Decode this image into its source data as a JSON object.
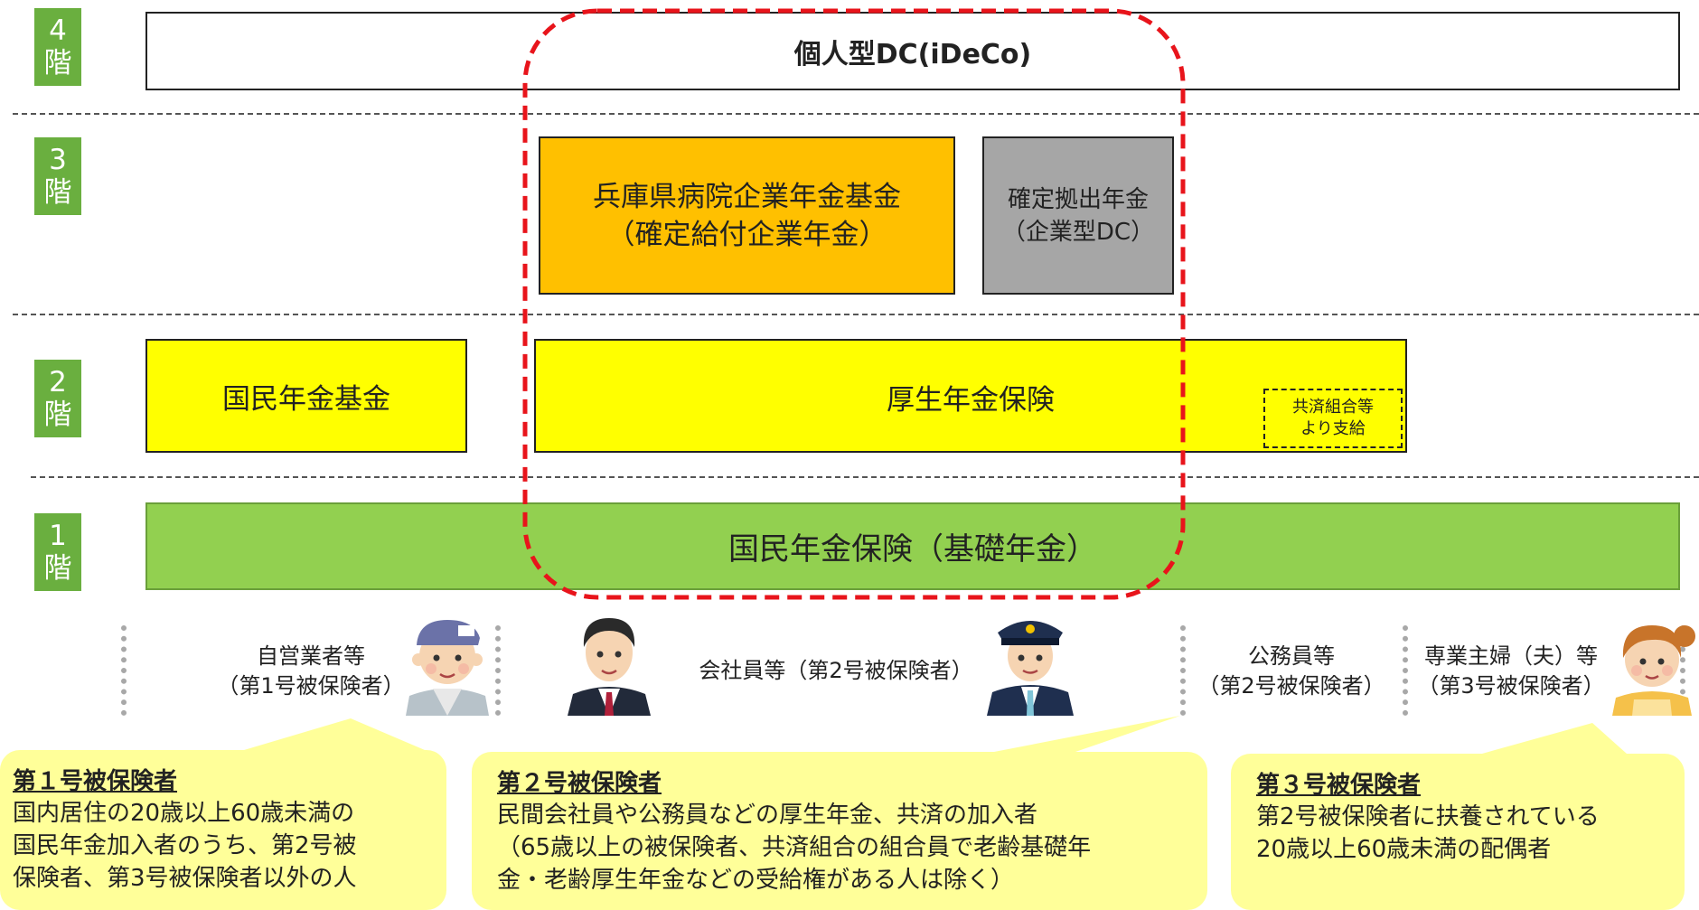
{
  "floors": [
    {
      "num": "4",
      "kai": "階"
    },
    {
      "num": "3",
      "kai": "階"
    },
    {
      "num": "2",
      "kai": "階"
    },
    {
      "num": "1",
      "kai": "階"
    }
  ],
  "boxes": {
    "ideco": "個人型DC(iDeCo)",
    "hyogo_fund": "兵庫県病院企業年金基金\n（確定給付企業年金）",
    "corporate_dc": "確定拠出年金\n（企業型DC）",
    "national_pension_fund": "国民年金基金",
    "employee_pension": "厚生年金保険",
    "mutual_aid_note": "共済組合等\nより支給",
    "basic_pension": "国民年金保険（基礎年金）"
  },
  "people": {
    "self_employed": "自営業者等\n（第1号被保険者）",
    "employee": "会社員等（第2号被保険者）",
    "civil_servant": "公務員等\n（第2号被保険者）",
    "homemaker": "専業主婦（夫）等\n（第3号被保険者）"
  },
  "bubbles": [
    {
      "title": "第１号被保険者",
      "body": "国内居住の20歳以上60歳未満の\n国民年金加入者のうち、第2号被\n保険者、第3号被保険者以外の人"
    },
    {
      "title": "第２号被保険者",
      "body": "民間会社員や公務員などの厚生年金、共済の加入者\n（65歳以上の被保険者、共済組合の組合員で老齢基礎年\n金・老齢厚生年金などの受給権がある人は除く）"
    },
    {
      "title": "第３号被保険者",
      "body": "第2号被保険者に扶養されている\n20歳以上60歳未満の配偶者"
    }
  ],
  "colors": {
    "floor_badge": "#6aaf3f",
    "orange": "#ffc000",
    "gray": "#a6a6a6",
    "yellow": "#ffff00",
    "green": "#92d050",
    "bubble": "#ffff99",
    "highlight_dashed": "#e8141b"
  }
}
